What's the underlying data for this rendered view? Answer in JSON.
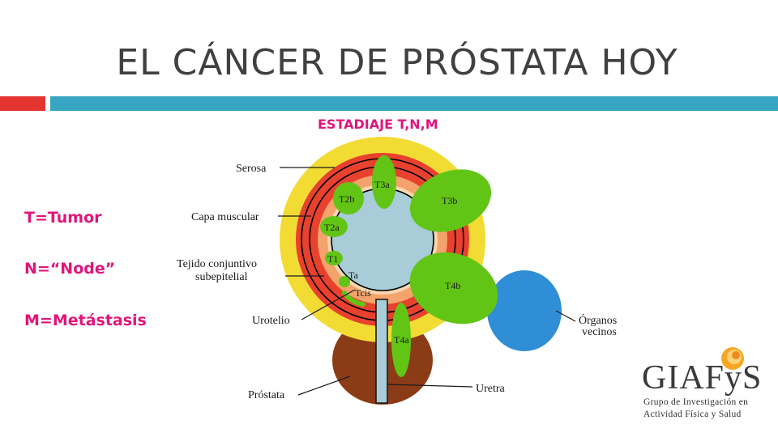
{
  "title": "EL CÁNCER DE PRÓSTATA HOY",
  "subtitle": "ESTADIAJE T,N,M",
  "legend": [
    "T=Tumor",
    "N=“Node”",
    "M=Metástasis"
  ],
  "colors": {
    "accent_pink": "#e0157b",
    "bar_red": "#e3342f",
    "bar_blue": "#38a6c3",
    "serosa": "#f2dc34",
    "muscular": "#e8412e",
    "subepithelial": "#f3a36b",
    "lumen": "#a8ccd8",
    "tumor": "#62c515",
    "organs": "#2f8ed6",
    "prostate": "#8c3b17"
  },
  "diagram": {
    "layer_labels": {
      "serosa": "Serosa",
      "muscular": "Capa muscular",
      "tissue_1": "Tejido conjuntivo",
      "tissue_2": "subepitelial",
      "urothelium": "Urotelio",
      "prostate": "Próstata",
      "urethra": "Uretra",
      "organs_1": "Órganos",
      "organs_2": "vecinos"
    },
    "tumor_labels": {
      "t3a": "T3a",
      "t2b": "T2b",
      "t3b": "T3b",
      "t2a": "T2a",
      "t1": "T1",
      "ta": "Ta",
      "tcis": "Tcis",
      "t4b": "T4b",
      "t4a": "T4a"
    }
  },
  "logo": {
    "name": "GIAFyS",
    "line1": "Grupo de Investigación en",
    "line2": "Actividad Física y Salud"
  }
}
